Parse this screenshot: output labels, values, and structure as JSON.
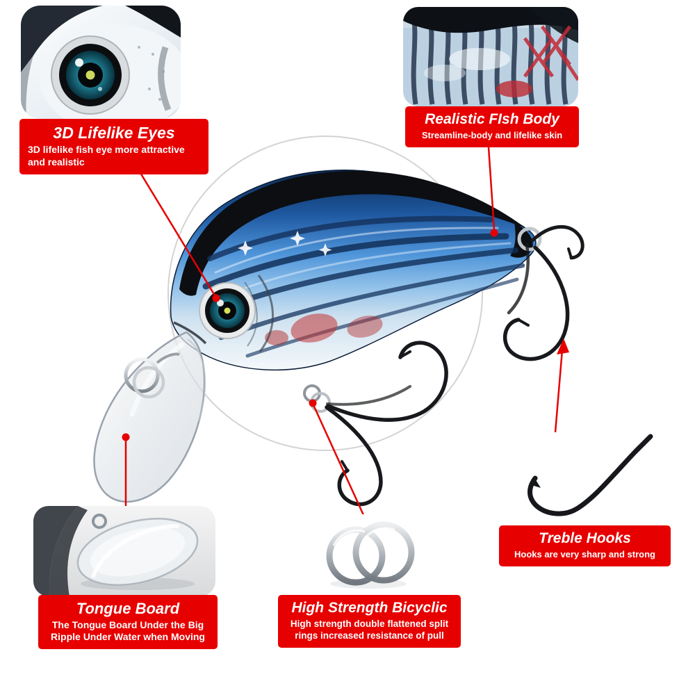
{
  "colors": {
    "banner_red": "#e60000",
    "line_red": "#e60000",
    "lure_blue": "#2f6cb5"
  },
  "callouts": {
    "eyes": {
      "title": "3D Lifelike  Eyes",
      "desc": "3D lifelike fish eye more attractive and realistic"
    },
    "body": {
      "title": "Realistic FIsh Body",
      "desc": "Streamline-body and lifelike skin"
    },
    "tongue": {
      "title": "Tongue Board",
      "desc": "The Tongue Board Under the Big Ripple Under Water when Moving"
    },
    "ring": {
      "title": "High Strength Bicyclic",
      "desc": "High strength double flattened split rings increased resistance of pull"
    },
    "hooks": {
      "title": "Treble Hooks",
      "desc": "Hooks are very sharp and strong"
    }
  }
}
